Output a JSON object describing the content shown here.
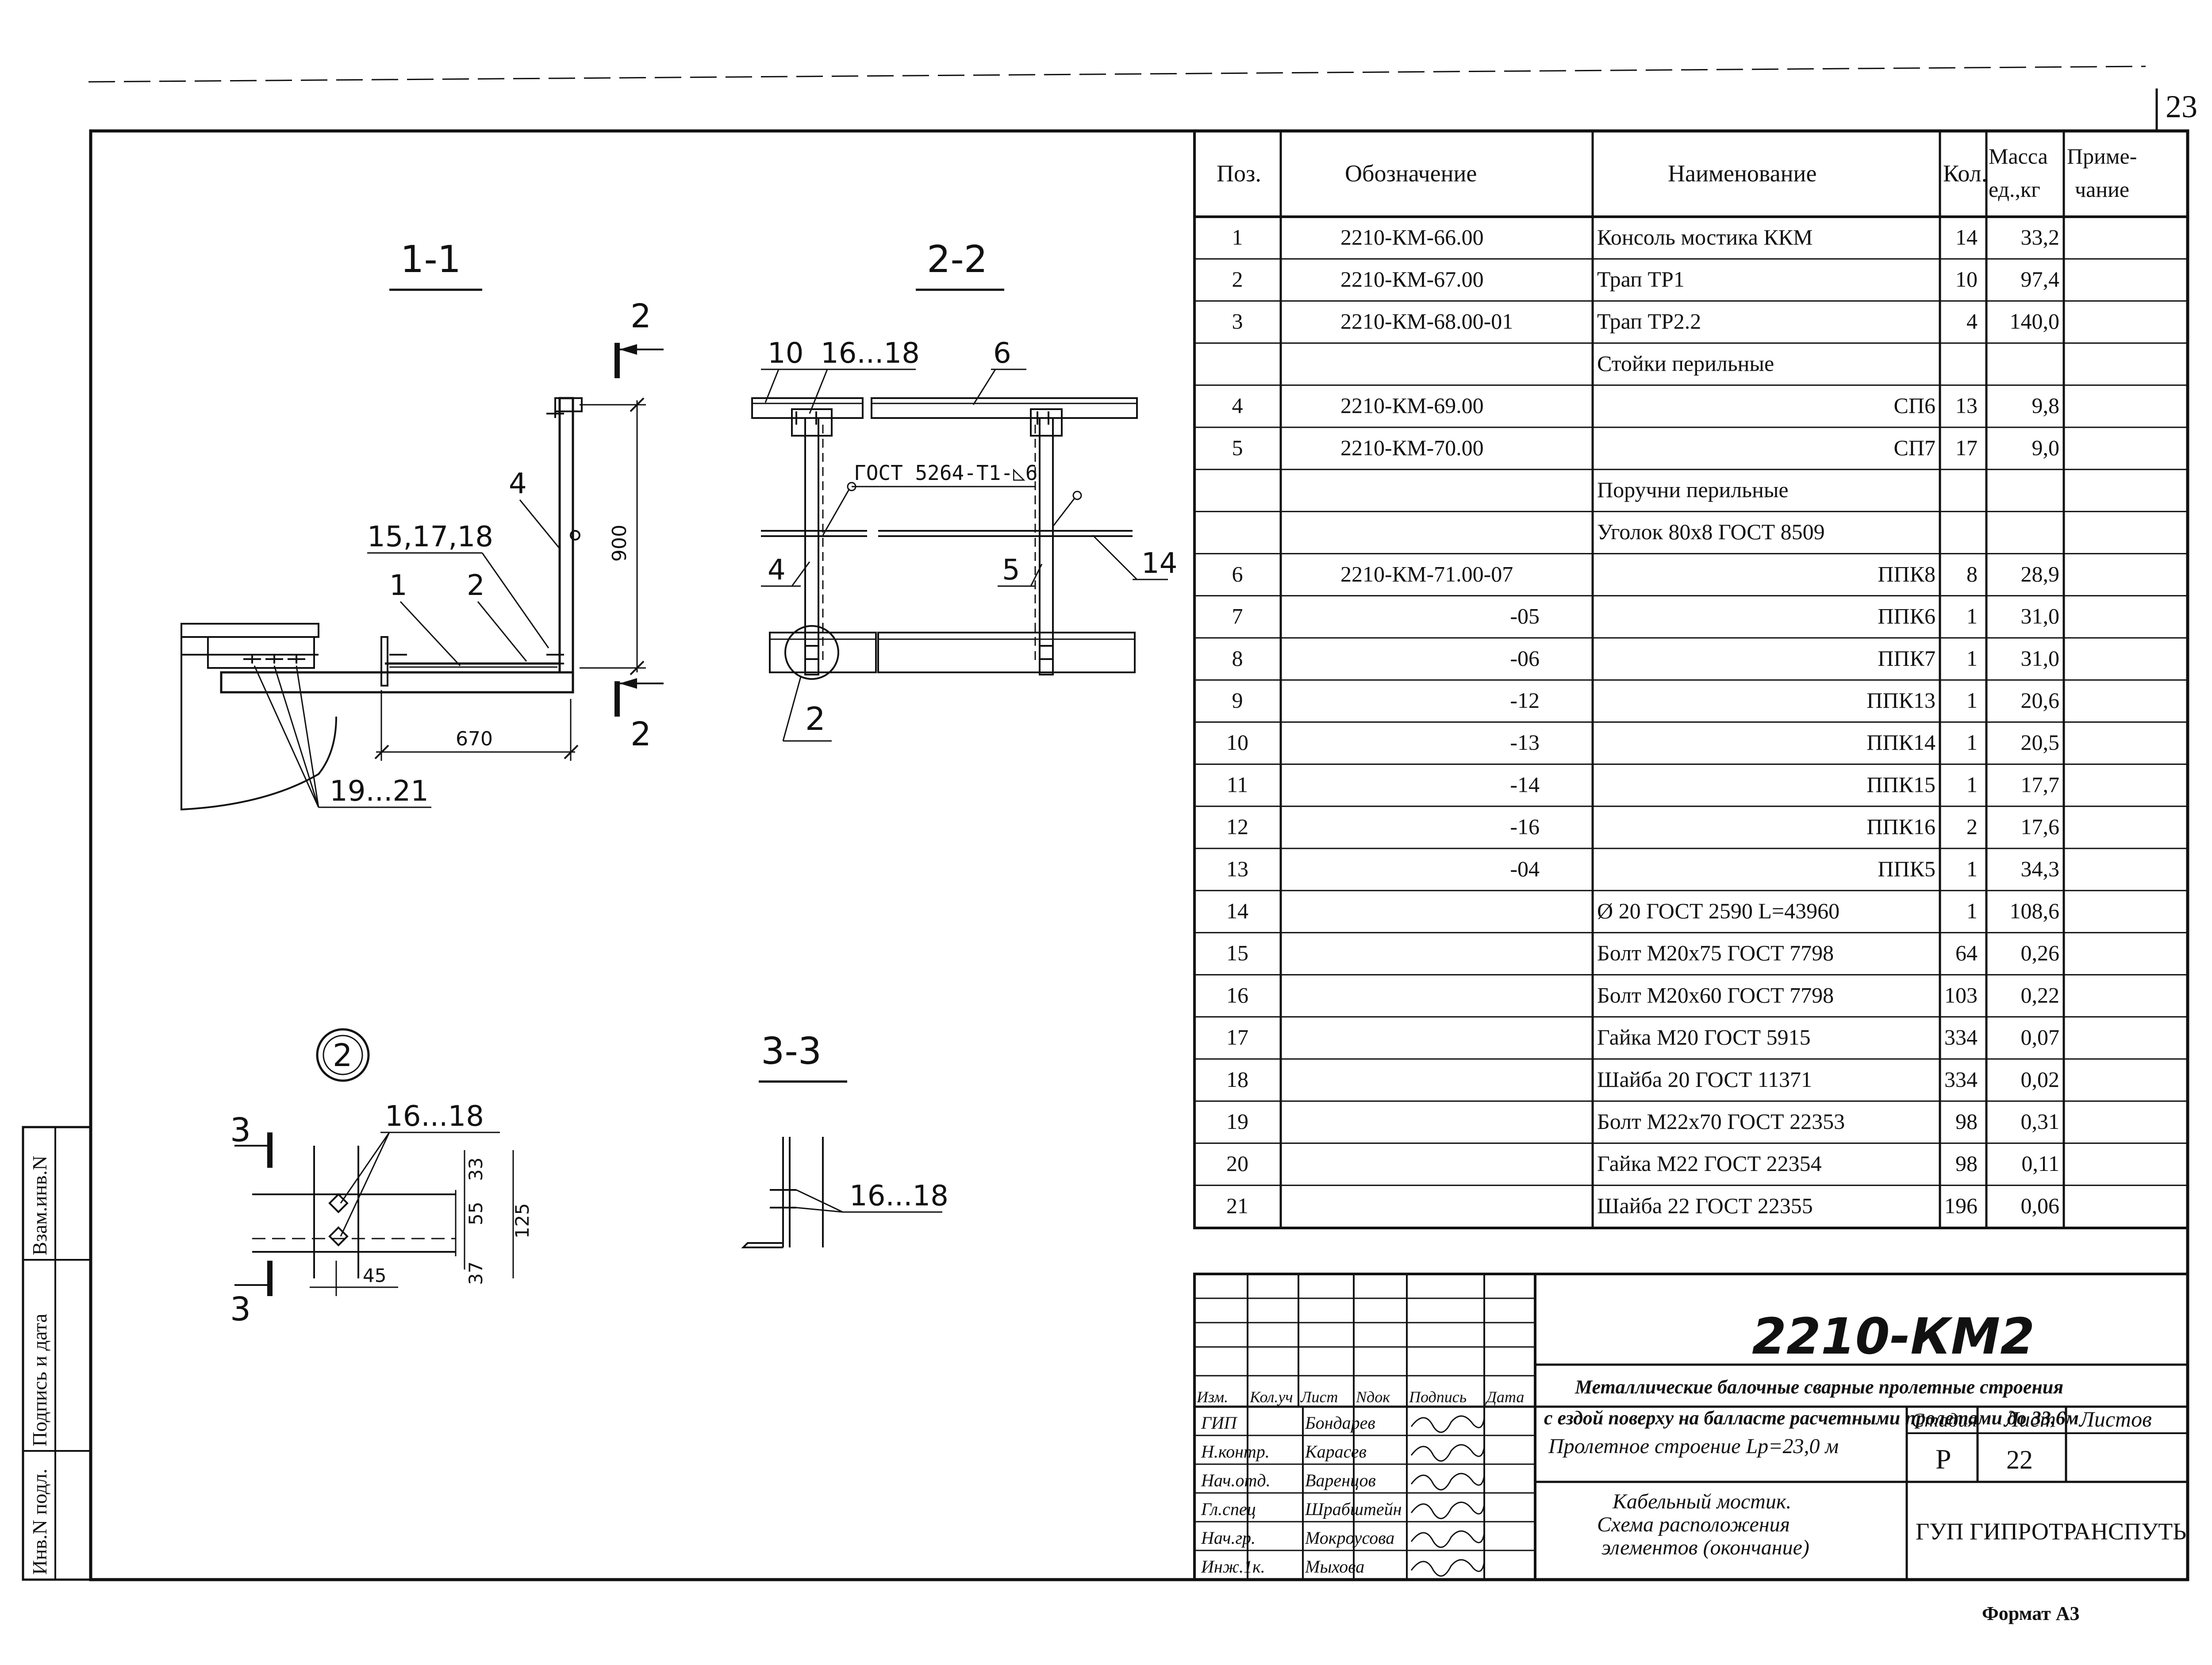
{
  "page_number": "23",
  "format_label": "Формат А3",
  "side_stamp": {
    "inv_podl": "Инв.N подл.",
    "podpis_data": "Подпись и дата",
    "vzam_inv": "Взам.инв.N"
  },
  "views": {
    "v11": {
      "title": "1-1",
      "dim_height": "900",
      "dim_width": "670",
      "cut_mark": "2",
      "callouts": {
        "c4": "4",
        "c151718": "15,17,18",
        "c1": "1",
        "c2": "2",
        "c1921": "19...21"
      }
    },
    "v22": {
      "title": "2-2",
      "weld_note": "ГОСТ 5264-Т1-◺6",
      "callouts": {
        "c10": "10",
        "c1618": "16...18",
        "c6": "6",
        "c4": "4",
        "c5": "5",
        "c14": "14",
        "c2": "2"
      }
    },
    "v2": {
      "title": "2",
      "callout": "16...18",
      "cut_mark": "3",
      "dims": {
        "d33": "33",
        "d55": "55",
        "d125": "125",
        "d37": "37",
        "d45": "45"
      }
    },
    "v33": {
      "title": "3-3",
      "callout": "16...18"
    }
  },
  "spec_table": {
    "headers": [
      "Поз.",
      "Обозначение",
      "Наименование",
      "Кол.",
      "Масса ед.,кг",
      "Приме-чание"
    ],
    "rows": [
      {
        "pos": "1",
        "code": "2210-КМ-66.00",
        "name": "Консоль мостика ККМ",
        "mark": "",
        "qty": "14",
        "mass": "33,2"
      },
      {
        "pos": "2",
        "code": "2210-КМ-67.00",
        "name": "Трап ТР1",
        "mark": "",
        "qty": "10",
        "mass": "97,4"
      },
      {
        "pos": "3",
        "code": "2210-КМ-68.00-01",
        "name": "Трап ТР2.2",
        "mark": "",
        "qty": "4",
        "mass": "140,0"
      },
      {
        "pos": "",
        "code": "",
        "name": "Стойки перильные",
        "mark": "",
        "qty": "",
        "mass": ""
      },
      {
        "pos": "4",
        "code": "2210-КМ-69.00",
        "name": "",
        "mark": "СП6",
        "qty": "13",
        "mass": "9,8"
      },
      {
        "pos": "5",
        "code": "2210-КМ-70.00",
        "name": "",
        "mark": "СП7",
        "qty": "17",
        "mass": "9,0"
      },
      {
        "pos": "",
        "code": "",
        "name": "Поручни перильные",
        "mark": "",
        "qty": "",
        "mass": ""
      },
      {
        "pos": "",
        "code": "",
        "name": "Уголок 80х8 ГОСТ 8509",
        "mark": "",
        "qty": "",
        "mass": ""
      },
      {
        "pos": "6",
        "code": "2210-КМ-71.00-07",
        "name": "",
        "mark": "ППК8",
        "qty": "8",
        "mass": "28,9"
      },
      {
        "pos": "7",
        "code": "-05",
        "name": "",
        "mark": "ППК6",
        "qty": "1",
        "mass": "31,0"
      },
      {
        "pos": "8",
        "code": "-06",
        "name": "",
        "mark": "ППК7",
        "qty": "1",
        "mass": "31,0"
      },
      {
        "pos": "9",
        "code": "-12",
        "name": "",
        "mark": "ППК13",
        "qty": "1",
        "mass": "20,6"
      },
      {
        "pos": "10",
        "code": "-13",
        "name": "",
        "mark": "ППК14",
        "qty": "1",
        "mass": "20,5"
      },
      {
        "pos": "11",
        "code": "-14",
        "name": "",
        "mark": "ППК15",
        "qty": "1",
        "mass": "17,7"
      },
      {
        "pos": "12",
        "code": "-16",
        "name": "",
        "mark": "ППК16",
        "qty": "2",
        "mass": "17,6"
      },
      {
        "pos": "13",
        "code": "-04",
        "name": "",
        "mark": "ППК5",
        "qty": "1",
        "mass": "34,3"
      },
      {
        "pos": "14",
        "code": "",
        "name": "Ø 20 ГОСТ 2590  L=43960",
        "mark": "",
        "qty": "1",
        "mass": "108,6"
      },
      {
        "pos": "15",
        "code": "",
        "name": "Болт М20х75 ГОСТ 7798",
        "mark": "",
        "qty": "64",
        "mass": "0,26"
      },
      {
        "pos": "16",
        "code": "",
        "name": "Болт М20х60 ГОСТ 7798",
        "mark": "",
        "qty": "103",
        "mass": "0,22"
      },
      {
        "pos": "17",
        "code": "",
        "name": "Гайка М20 ГОСТ 5915",
        "mark": "",
        "qty": "334",
        "mass": "0,07"
      },
      {
        "pos": "18",
        "code": "",
        "name": "Шайба 20 ГОСТ 11371",
        "mark": "",
        "qty": "334",
        "mass": "0,02"
      },
      {
        "pos": "19",
        "code": "",
        "name": "Болт М22х70 ГОСТ 22353",
        "mark": "",
        "qty": "98",
        "mass": "0,31"
      },
      {
        "pos": "20",
        "code": "",
        "name": "Гайка М22 ГОСТ 22354",
        "mark": "",
        "qty": "98",
        "mass": "0,11"
      },
      {
        "pos": "21",
        "code": "",
        "name": "Шайба 22 ГОСТ 22355",
        "mark": "",
        "qty": "196",
        "mass": "0,06"
      }
    ]
  },
  "title_block": {
    "doc_code": "2210-КМ2",
    "project_line1": "Металлические балочные сварные пролетные строения",
    "project_line2": "с ездой поверху на балласте расчетными пролетами до 33,6м",
    "object": "Пролетное строение Lp=23,0 м",
    "sheet_title_1": "Кабельный мостик.",
    "sheet_title_2": "Схема расположения",
    "sheet_title_3": "элементов (окончание)",
    "organization": "ГУП ГИПРОТРАНСПУТЬ",
    "stage_label": "Стадия",
    "stage_value": "Р",
    "sheet_label": "Лист",
    "sheet_value": "22",
    "sheets_label": "Листов",
    "sheets_value": "",
    "rev_headers": [
      "Изм.",
      "Кол.уч",
      "Лист",
      "Nдок",
      "Подпись",
      "Дата"
    ],
    "staff": [
      {
        "role": "ГИП",
        "name": "Бондарев"
      },
      {
        "role": "Н.контр.",
        "name": "Карасев"
      },
      {
        "role": "Нач.отд.",
        "name": "Варенцов"
      },
      {
        "role": "Гл.спец",
        "name": "Шрабштейн"
      },
      {
        "role": "Нач.гр.",
        "name": "Мокроусова"
      },
      {
        "role": "Инж.1к.",
        "name": "Мыхова"
      }
    ]
  }
}
